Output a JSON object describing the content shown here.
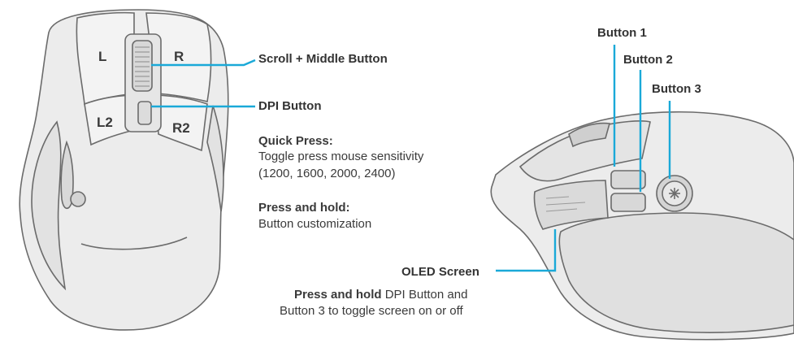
{
  "top_labels": {
    "left": "L",
    "right": "R",
    "left2": "L2",
    "right2": "R2"
  },
  "callouts": {
    "scroll_middle": "Scroll + Middle Button",
    "dpi_button": "DPI Button",
    "button1": "Button 1",
    "button2": "Button 2",
    "button3": "Button 3",
    "oled_screen": "OLED Screen"
  },
  "dpi_info": {
    "quick_press_title": "Quick Press:",
    "quick_press_line1": "Toggle press mouse sensitivity",
    "quick_press_line2": "(1200, 1600, 2000, 2400)",
    "press_hold_title": "Press and hold:",
    "press_hold_line1": "Button customization"
  },
  "oled_info": {
    "bold_part": "Press and hold",
    "rest_line1": " DPI Button and",
    "line2": "Button 3 to toggle screen on or off"
  },
  "colors": {
    "callout_line": "#1aa9d8",
    "outline": "#6b6b6b",
    "fill": "#ececec"
  }
}
